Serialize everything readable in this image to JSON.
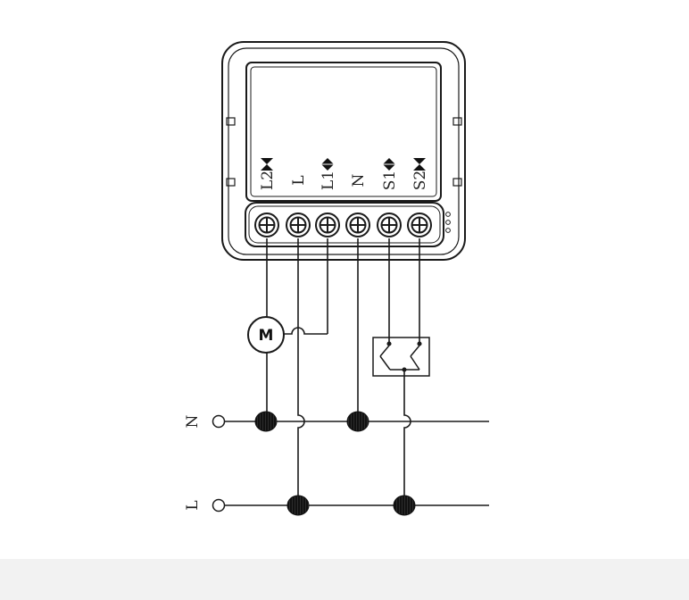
{
  "terminals": [
    {
      "label": "L2",
      "symbol": "bowtie"
    },
    {
      "label": "L",
      "symbol": ""
    },
    {
      "label": "L1",
      "symbol": "diamond"
    },
    {
      "label": "N",
      "symbol": ""
    },
    {
      "label": "S1",
      "symbol": "diamond"
    },
    {
      "label": "S2",
      "symbol": "bowtie"
    }
  ],
  "motor_label": "M",
  "mains": [
    {
      "label": "N"
    },
    {
      "label": "L"
    }
  ],
  "colors": {
    "line": "#1a1a1a",
    "background": "#ffffff",
    "footer": "#f2f2f2"
  }
}
